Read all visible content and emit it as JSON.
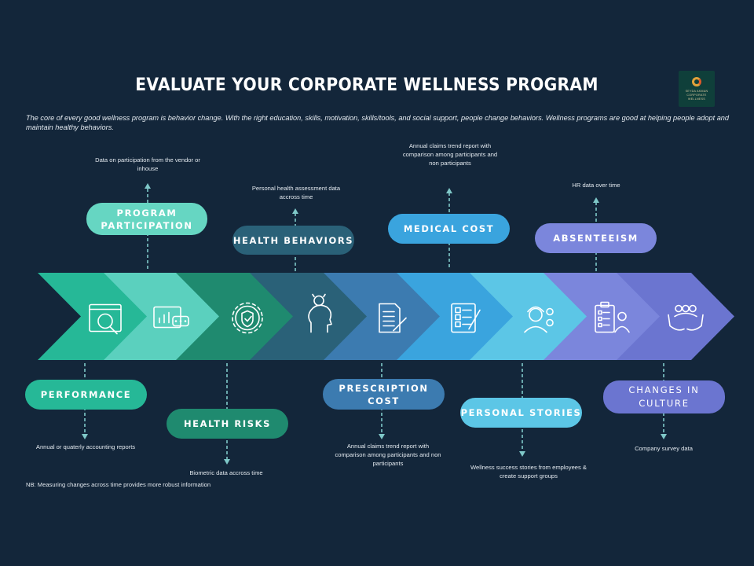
{
  "title": "EVALUATE YOUR CORPORATE WELLNESS PROGRAM",
  "subtitle": "The core of every good wellness program is behavior change. With the right education, skills, motivation, skills/tools, and social support, people change behaviors. Wellness programs are good at helping people adopt and maintain healthy behaviors.",
  "logo": {
    "line1": "SEYDA AKMAN",
    "line2": "CORPORATE WELLNESS"
  },
  "footnote": "NB: Measuring changes across time provides more robust information",
  "colors": {
    "background": "#13263a",
    "chevrons": [
      "#26b897",
      "#5bd0be",
      "#1f8a6f",
      "#2a6178",
      "#3c7bb0",
      "#3aa4de",
      "#5cc6e6",
      "#7b86dc",
      "#6b75d0"
    ]
  },
  "chevron_icons": [
    "magnifier-window-icon",
    "analytics-screen-icon",
    "gears-shield-icon",
    "mind-idea-icon",
    "document-pen-icon",
    "checklist-icon",
    "worker-gears-icon",
    "clipboard-person-icon",
    "hands-people-icon"
  ],
  "top_items": [
    {
      "label": "PROGRAM PARTICIPATION",
      "note": "Data on participation from the vendor or inhouse",
      "color": "#66d6c2"
    },
    {
      "label": "HEALTH BEHAVIORS",
      "note": "Personal health assessment data accross time",
      "color": "#2a6178"
    },
    {
      "label": "MEDICAL COST",
      "note": "Annual claims trend report with comparison among participants and non participants",
      "color": "#3aa4de"
    },
    {
      "label": "ABSENTEEISM",
      "note": "HR data over time",
      "color": "#7b86dc"
    }
  ],
  "bottom_items": [
    {
      "label": "PERFORMANCE",
      "note": "Annual or quaterly accounting reports",
      "color": "#26b897"
    },
    {
      "label": "HEALTH RISKS",
      "note": "Biometric data accross time",
      "color": "#1f8a6f"
    },
    {
      "label": "PRESCRIPTION COST",
      "note": "Annual claims trend report with comparison among participants and non participants",
      "color": "#3c7bb0"
    },
    {
      "label": "PERSONAL STORIES",
      "note": "Wellness success stories from employees & create support groups",
      "color": "#5cc6e6"
    },
    {
      "label": "CHANGES IN CULTURE",
      "note": "Company survey data",
      "color": "#6b75d0"
    }
  ]
}
